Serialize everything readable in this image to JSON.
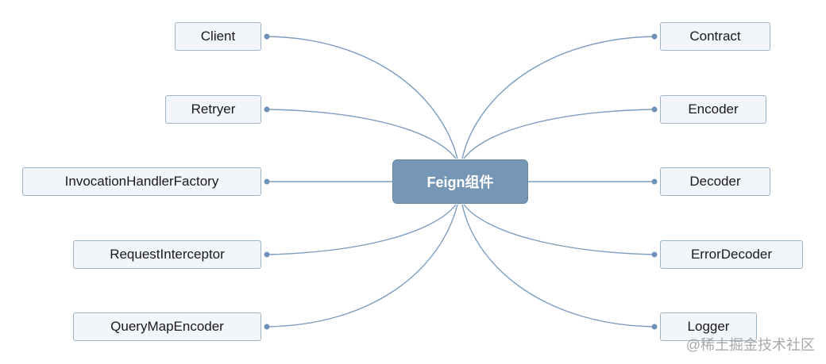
{
  "center": {
    "label": "Feign组件"
  },
  "left_nodes": [
    {
      "label": "Client"
    },
    {
      "label": "Retryer"
    },
    {
      "label": "InvocationHandlerFactory"
    },
    {
      "label": "RequestInterceptor"
    },
    {
      "label": "QueryMapEncoder"
    }
  ],
  "right_nodes": [
    {
      "label": "Contract"
    },
    {
      "label": "Encoder"
    },
    {
      "label": "Decoder"
    },
    {
      "label": "ErrorDecoder"
    },
    {
      "label": "Logger"
    }
  ],
  "watermark": "@稀土掘金技术社区",
  "colors": {
    "center_fill": "#7597b5",
    "node_fill": "#f2f5f9",
    "node_border": "#9fb4c9",
    "edge": "#7c9dc0",
    "dot": "#6f93b8"
  }
}
